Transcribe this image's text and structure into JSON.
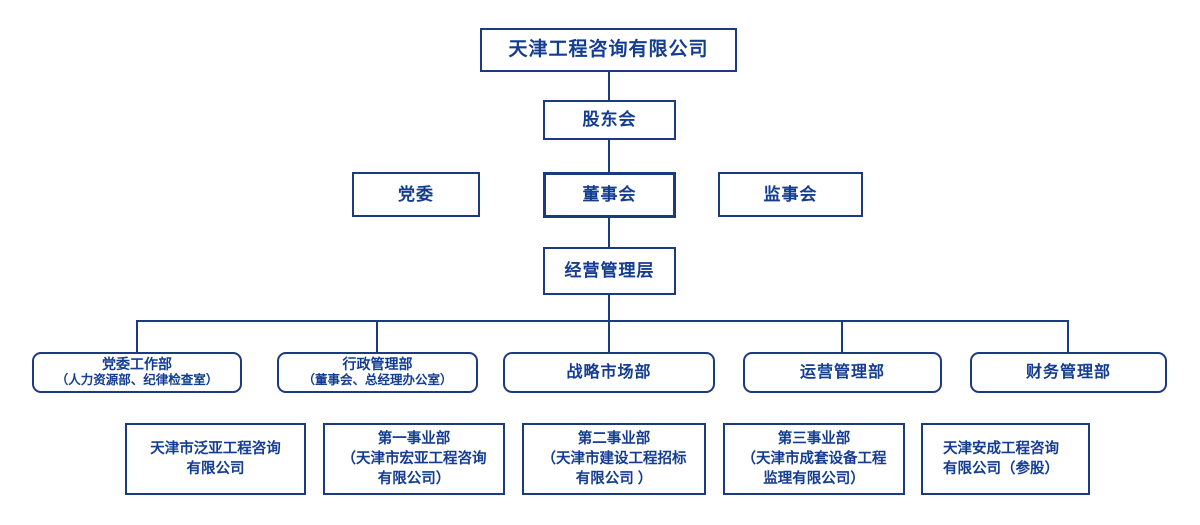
{
  "colors": {
    "background": "#ffffff",
    "accent_border": "#1b3a80",
    "accent_text": "#143d92"
  },
  "org": {
    "root": "天津工程咨询有限公司",
    "shareholders": "股东会",
    "party_committee": "党委",
    "board": "董事会",
    "supervisory_board": "监事会",
    "management": "经营管理层",
    "departments": [
      {
        "name": "党委工作部",
        "sub": "（人力资源部、纪律检查室）"
      },
      {
        "name": "行政管理部",
        "sub": "（董事会、总经理办公室）"
      },
      {
        "name": "战略市场部"
      },
      {
        "name": "运营管理部"
      },
      {
        "name": "财务管理部"
      }
    ],
    "subsidiaries": [
      {
        "lines": [
          "天津市泛亚工程咨询",
          "有限公司"
        ]
      },
      {
        "lines": [
          "第一事业部",
          "（天津市宏亚工程咨询",
          "有限公司）"
        ]
      },
      {
        "lines": [
          "第二事业部",
          "（天津市建设工程招标",
          "有限公司 ）"
        ]
      },
      {
        "lines": [
          "第三事业部",
          "（天津市成套设备工程",
          "监理有限公司）"
        ]
      },
      {
        "lines": [
          "天津安成工程咨询",
          "有限公司（参股）"
        ]
      }
    ]
  }
}
